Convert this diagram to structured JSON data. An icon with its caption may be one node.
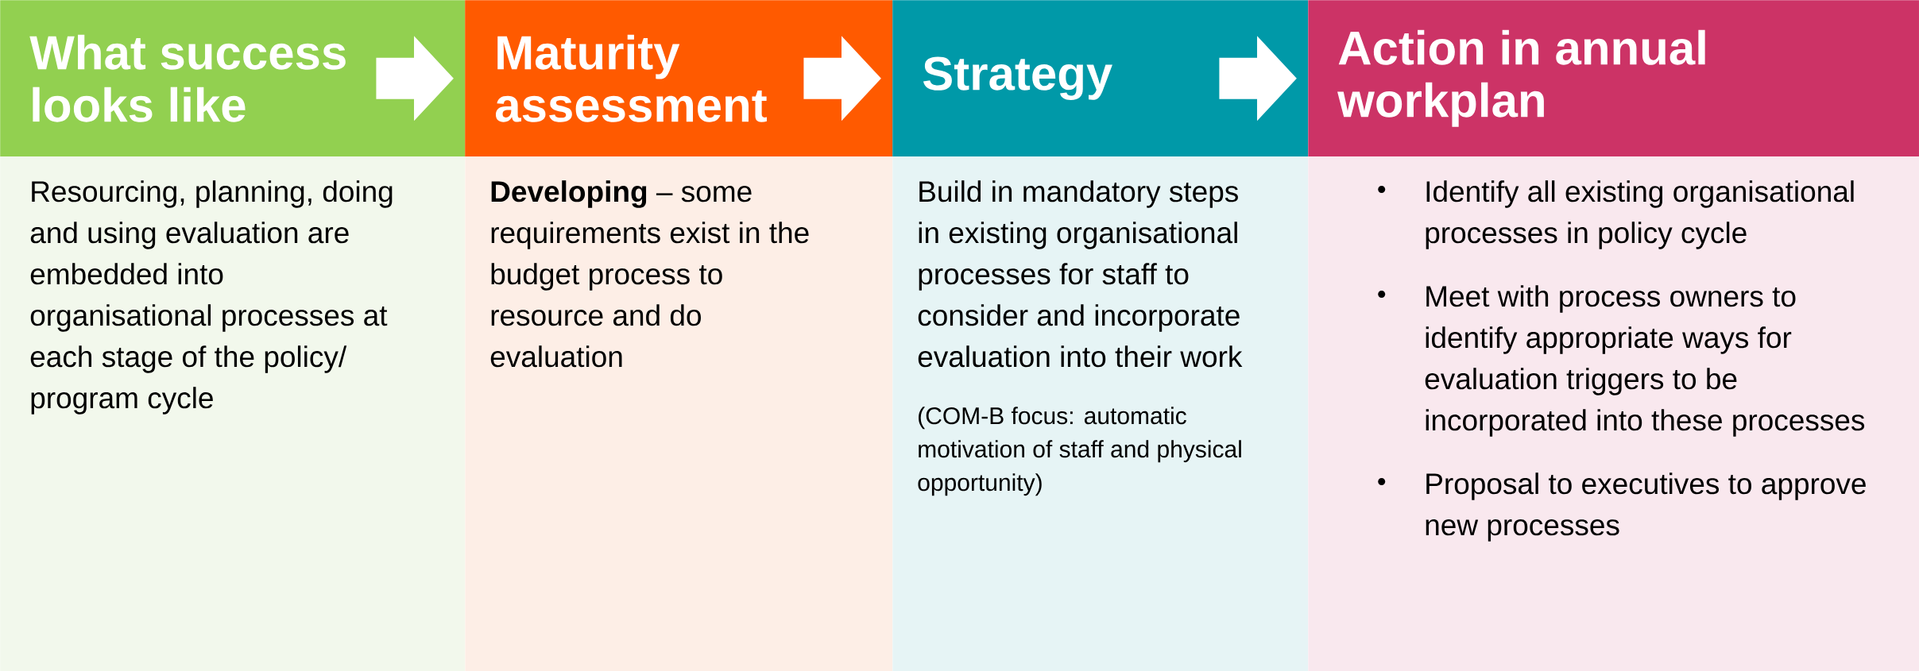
{
  "diagram": {
    "nodes": [
      {
        "text": [
          "What success looks like"
        ]
      },
      {
        "text": [
          "Maturity assessment"
        ]
      },
      {
        "text": [
          "Strategy"
        ]
      },
      {
        "text": [
          "Action in annual workplan"
        ]
      },
      {
        "text": [
          "Resourcing, planning, doing and using evaluation are embedded into organisational processes at each stage of the policy/ program cycle"
        ]
      },
      {
        "text": [
          "**Developing** – some requirements exist in the budget process to resource and do evaluation"
        ]
      },
      {
        "text": [
          "Build in mandatory steps in existing organisational processes for staff to consider and incorporate evaluation into their work",
          "(COM-B focus: automatic motivation of staff and physical opportunity)"
        ]
      },
      {
        "text": [
          "Identify all existing organisational processes in policy cycle",
          "Meet with process owners to identify appropriate ways for evaluation triggers to be incorporated into these processes",
          "Proposal to executives to approve new processes"
        ]
      }
    ],
    "edges": [
      {
        "from": 0,
        "to": 1,
        "arrow": "to"
      },
      {
        "from": 1,
        "to": 2,
        "arrow": "to"
      },
      {
        "from": 2,
        "to": 3,
        "arrow": "to"
      }
    ]
  }
}
